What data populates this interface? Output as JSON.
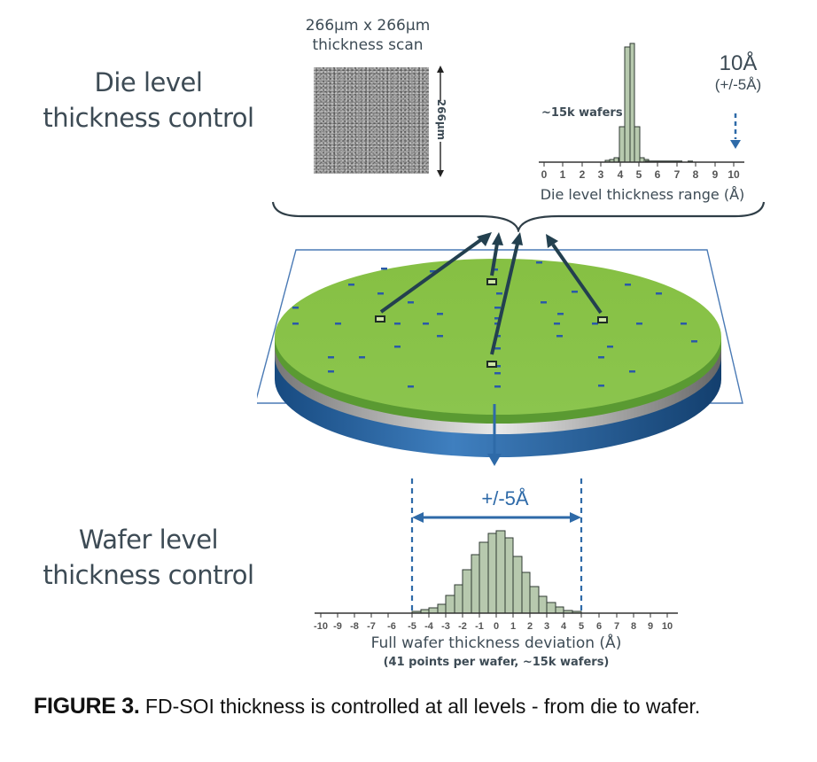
{
  "labels": {
    "die_level_line1": "Die level",
    "die_level_line2": "thickness control",
    "wafer_level_line1": "Wafer level",
    "wafer_level_line2": "thickness control"
  },
  "scan": {
    "title_line1": "266µm x 266µm",
    "title_line2": "thickness scan",
    "side_label": "266µm"
  },
  "die_chart": {
    "annotation_wafers": "~15k wafers",
    "spec_line1": "10Å",
    "spec_line2": "(+/-5Å)",
    "xlabel": "Die level thickness range (Å)"
  },
  "wafer_chart": {
    "spec_label": "+/-5Å",
    "xlabel": "Full wafer thickness deviation (Å)",
    "sublabel": "(41 points per wafer, ~15k wafers)"
  },
  "caption": {
    "figure_label": "FIGURE 3.",
    "text": " FD-SOI thickness is controlled at all levels - from die to wafer."
  },
  "colors": {
    "bar_fill": "#b7c9ae",
    "bar_stroke": "#2f3a33",
    "wafer_green": "#8bc34a",
    "wafer_blue": "#1f5fa0",
    "accent_blue": "#2e6aa8",
    "arrow_dark": "#23404f"
  },
  "chart_data": [
    {
      "type": "bar",
      "title": "Die level thickness range",
      "xlabel": "Die level thickness range (Å)",
      "ylabel": "",
      "x_ticks": [
        0,
        1,
        2,
        3,
        4,
        5,
        6,
        7,
        8,
        9,
        10
      ],
      "xlim": [
        0,
        10
      ],
      "bin_width": 0.25,
      "bins": [
        3.25,
        3.5,
        3.75,
        4.0,
        4.25,
        4.5,
        4.75,
        5.0,
        5.25,
        5.5,
        5.75,
        6.0,
        7.75
      ],
      "values": [
        0.5,
        0.8,
        2,
        22,
        95,
        100,
        22,
        3,
        1,
        0.7,
        0.5,
        0.5,
        0.5
      ],
      "annotations": [
        "~15k wafers",
        "10Å (+/-5Å) spec limit at 10"
      ]
    },
    {
      "type": "bar",
      "title": "Full wafer thickness deviation",
      "xlabel": "Full wafer thickness deviation (Å)",
      "subtitle": "(41 points per wafer, ~15k wafers)",
      "x_ticks": [
        -10,
        -9,
        -8,
        -7,
        -6,
        -5,
        -4,
        -3,
        -2,
        -1,
        0,
        1,
        2,
        3,
        4,
        5,
        6,
        7,
        8,
        9,
        10
      ],
      "xlim": [
        -10,
        10
      ],
      "bin_width": 0.5,
      "bins": [
        -5.0,
        -4.5,
        -4.0,
        -3.5,
        -3.0,
        -2.5,
        -2.0,
        -1.5,
        -1.0,
        -0.5,
        0.0,
        0.5,
        1.0,
        1.5,
        2.0,
        2.5,
        3.0,
        3.5,
        4.0,
        4.5
      ],
      "values": [
        1,
        2,
        5,
        9,
        18,
        29,
        45,
        60,
        72,
        84,
        87,
        80,
        60,
        44,
        28,
        17,
        10,
        6,
        3,
        2
      ],
      "spec_limits": [
        -5,
        5
      ],
      "annotations": [
        "+/-5Å"
      ]
    }
  ]
}
